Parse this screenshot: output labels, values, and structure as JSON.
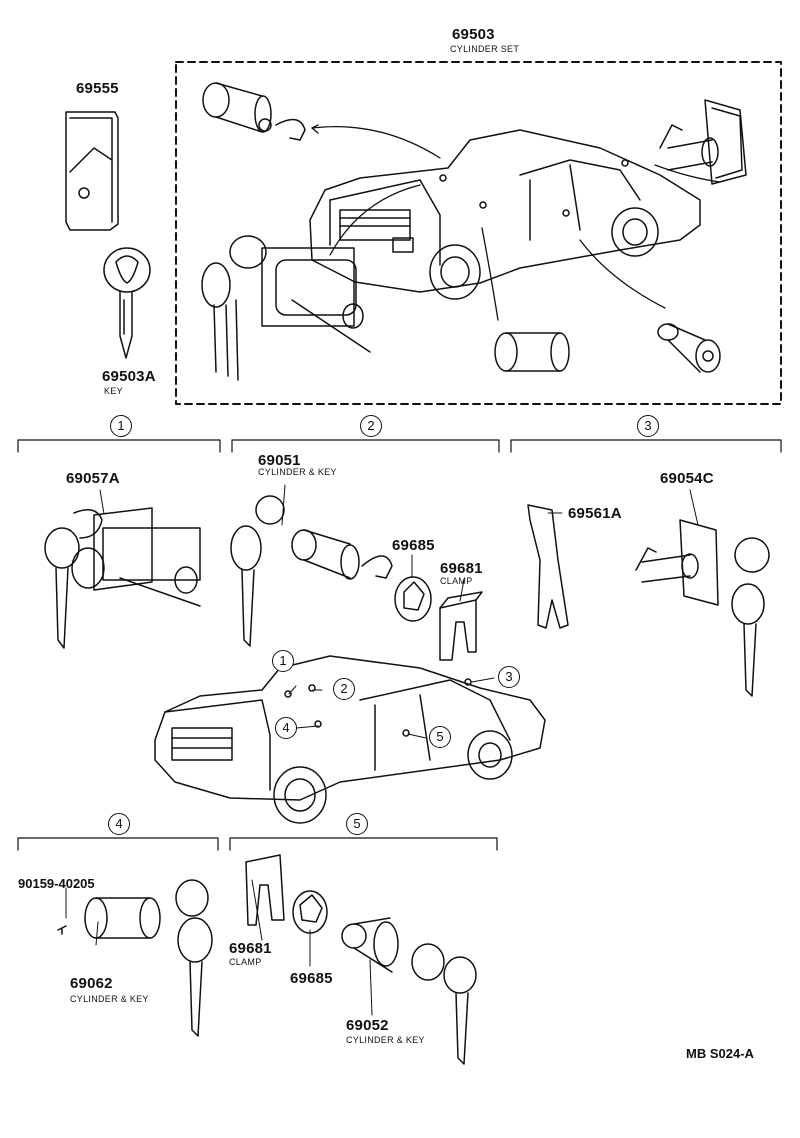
{
  "parts": {
    "cylinder_set": {
      "number": "69503",
      "desc": "CYLINDER SET"
    },
    "case": {
      "number": "69555"
    },
    "key": {
      "number": "69503A",
      "desc": "KEY"
    },
    "ignition": {
      "number": "69057A"
    },
    "door_cyl": {
      "number": "69051",
      "desc": "CYLINDER & KEY"
    },
    "ring_upper": {
      "number": "69685"
    },
    "clamp_upper": {
      "number": "69681",
      "desc": "CLAMP"
    },
    "bracket": {
      "number": "69561A"
    },
    "trunk_cyl": {
      "number": "69054C"
    },
    "screw": {
      "number": "90159-40205"
    },
    "glove_cyl": {
      "number": "69062",
      "desc": "CYLINDER & KEY"
    },
    "clamp_lower": {
      "number": "69681",
      "desc": "CLAMP"
    },
    "ring_lower": {
      "number": "69685"
    },
    "rear_cyl": {
      "number": "69052",
      "desc": "CYLINDER & KEY"
    }
  },
  "groups": [
    "1",
    "2",
    "3",
    "4",
    "5"
  ],
  "car_callouts": [
    "1",
    "2",
    "3",
    "4",
    "5"
  ],
  "diagram_code": "MB S024-A"
}
